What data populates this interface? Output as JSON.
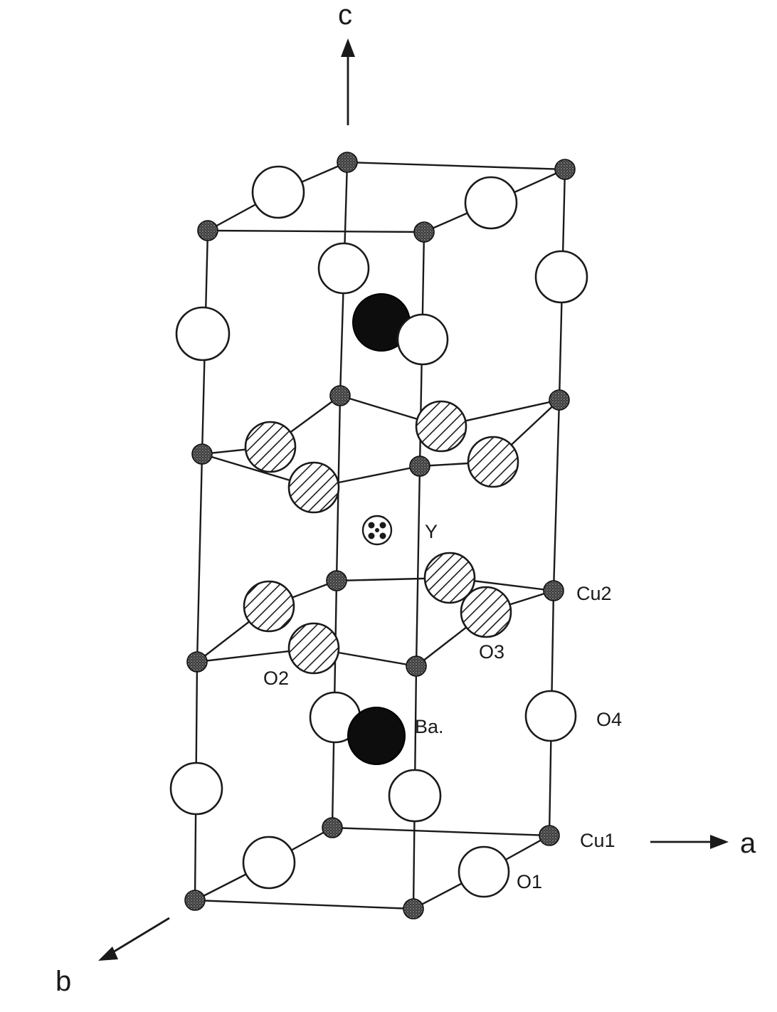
{
  "labels": {
    "axis_a": "a",
    "axis_b": "b",
    "axis_c": "c",
    "y": "Y",
    "cu2": "Cu2",
    "o3": "O3",
    "o2": "O2",
    "ba": "Ba.",
    "o4": "O4",
    "cu1": "Cu1",
    "o1": "O1"
  },
  "atom_types": {
    "cu": "Cu (small stippled circle)",
    "ba": "Ba (large solid black circle)",
    "y": "Y (dotted circle)",
    "o_plain": "O1 / O4 (open circle)",
    "o_hatched": "O2 / O3 (hatched circle)"
  }
}
